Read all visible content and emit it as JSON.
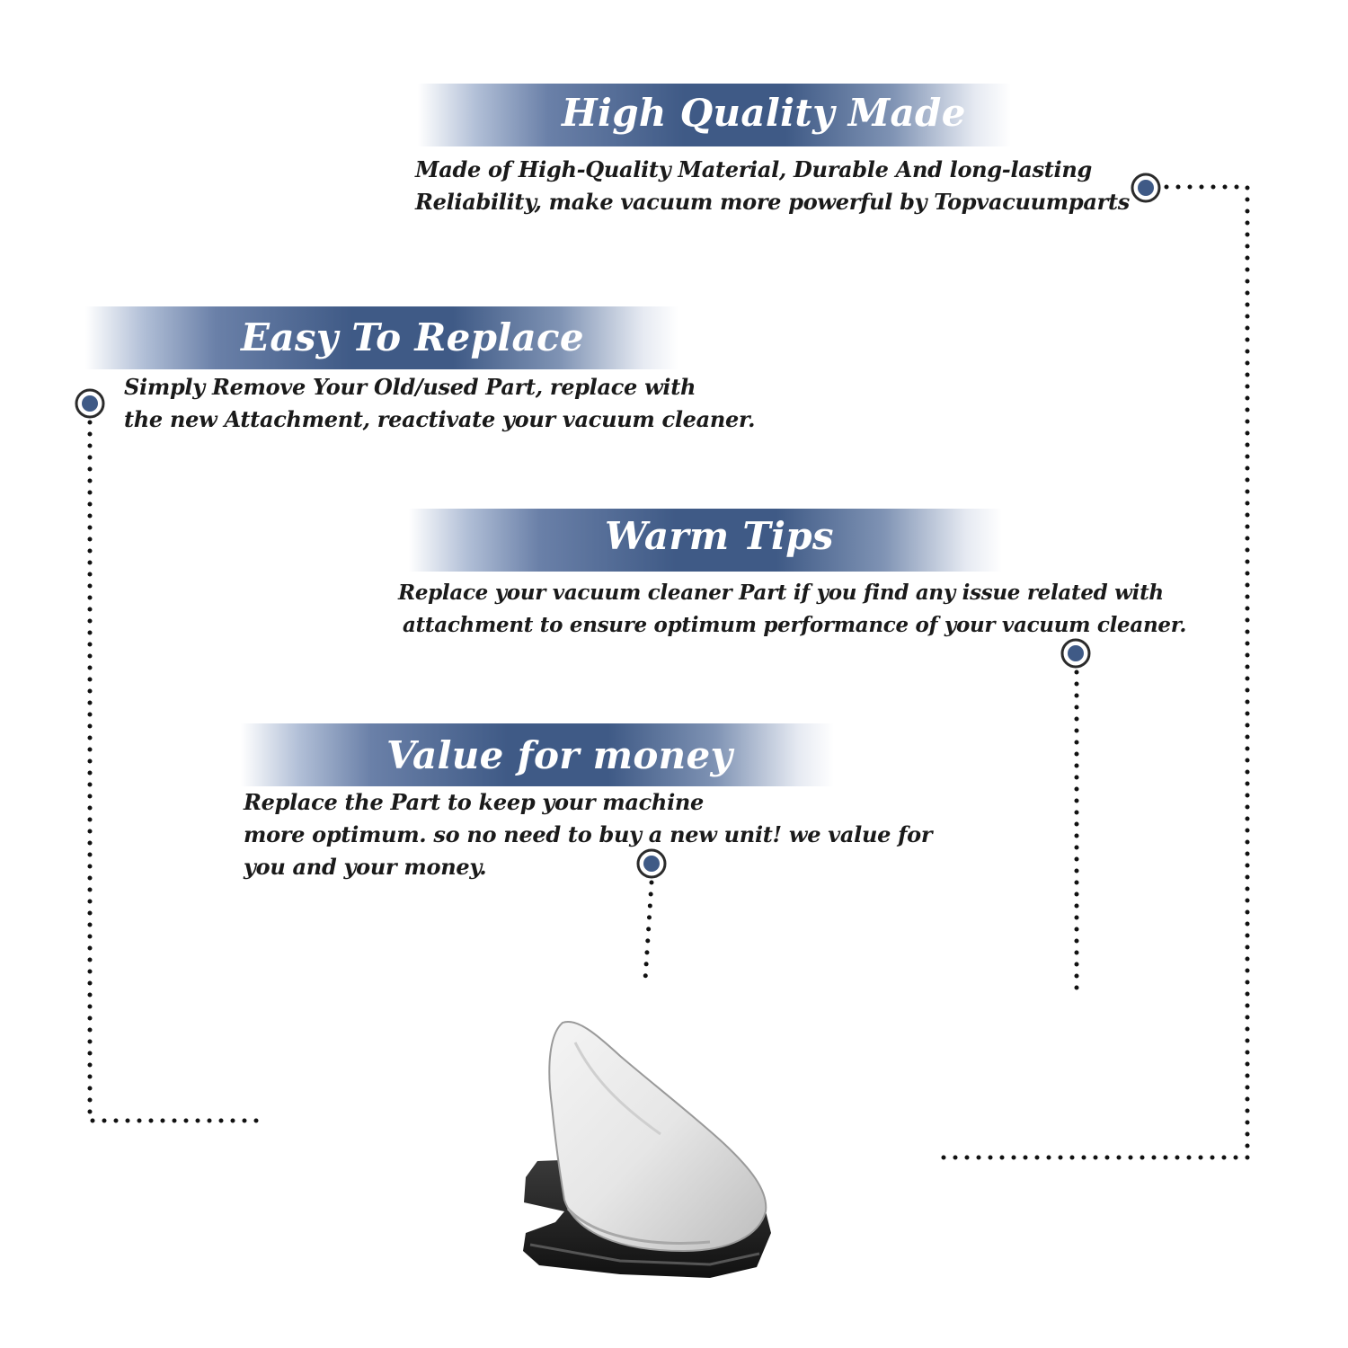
{
  "sections": [
    {
      "title": "High Quality Made",
      "lines": [
        "Made of  High-Quality Material, Durable And long-lasting",
        "Reliability, make vacuum more powerful by Topvacuumparts"
      ]
    },
    {
      "title": "Easy To Replace",
      "lines": [
        "Simply Remove Your Old/used Part, replace with",
        "the new Attachment, reactivate your vacuum cleaner."
      ]
    },
    {
      "title": "Warm Tips",
      "lines": [
        "Replace your vacuum cleaner Part if you find any issue related with",
        "attachment to ensure optimum performance of your vacuum cleaner."
      ]
    },
    {
      "title": "Value for money",
      "lines": [
        "Replace the Part to keep your machine",
        "more optimum. so no need to buy a new unit! we value for",
        "you and your money."
      ]
    }
  ],
  "colors": {
    "banner_dark": "#3f5a86",
    "marker": "#3f5a86",
    "text": "#1a1a1a",
    "dots": "#111111"
  },
  "icons": [
    "bullet-marker-icon",
    "vacuum-filter-attachment"
  ]
}
